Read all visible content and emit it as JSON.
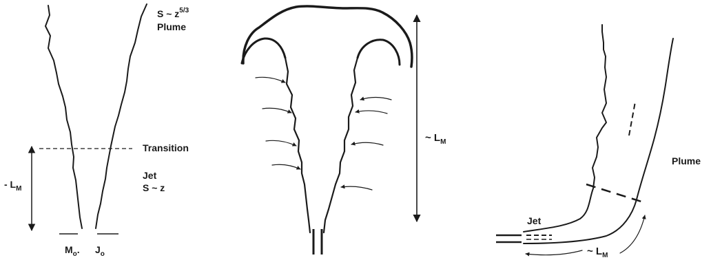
{
  "left_panel": {
    "top_label_s": "S ~ z",
    "top_label_exp": "5/3",
    "top_label_plume": "Plume",
    "transition_label": "Transition",
    "jet_label": "Jet",
    "jet_scaling": "S ~ z",
    "length_label_prefix": "- L",
    "length_label_sub": "M",
    "source_m": "M",
    "source_m_sub": "o",
    "source_m_dot": ".",
    "source_j": "J",
    "source_j_sub": "o"
  },
  "middle_panel": {
    "length_label_prefix": "~ L",
    "length_label_sub": "M"
  },
  "right_panel": {
    "plume_label": "Plume",
    "jet_label": "Jet",
    "length_label_prefix": "~ L",
    "length_label_sub": "M"
  }
}
